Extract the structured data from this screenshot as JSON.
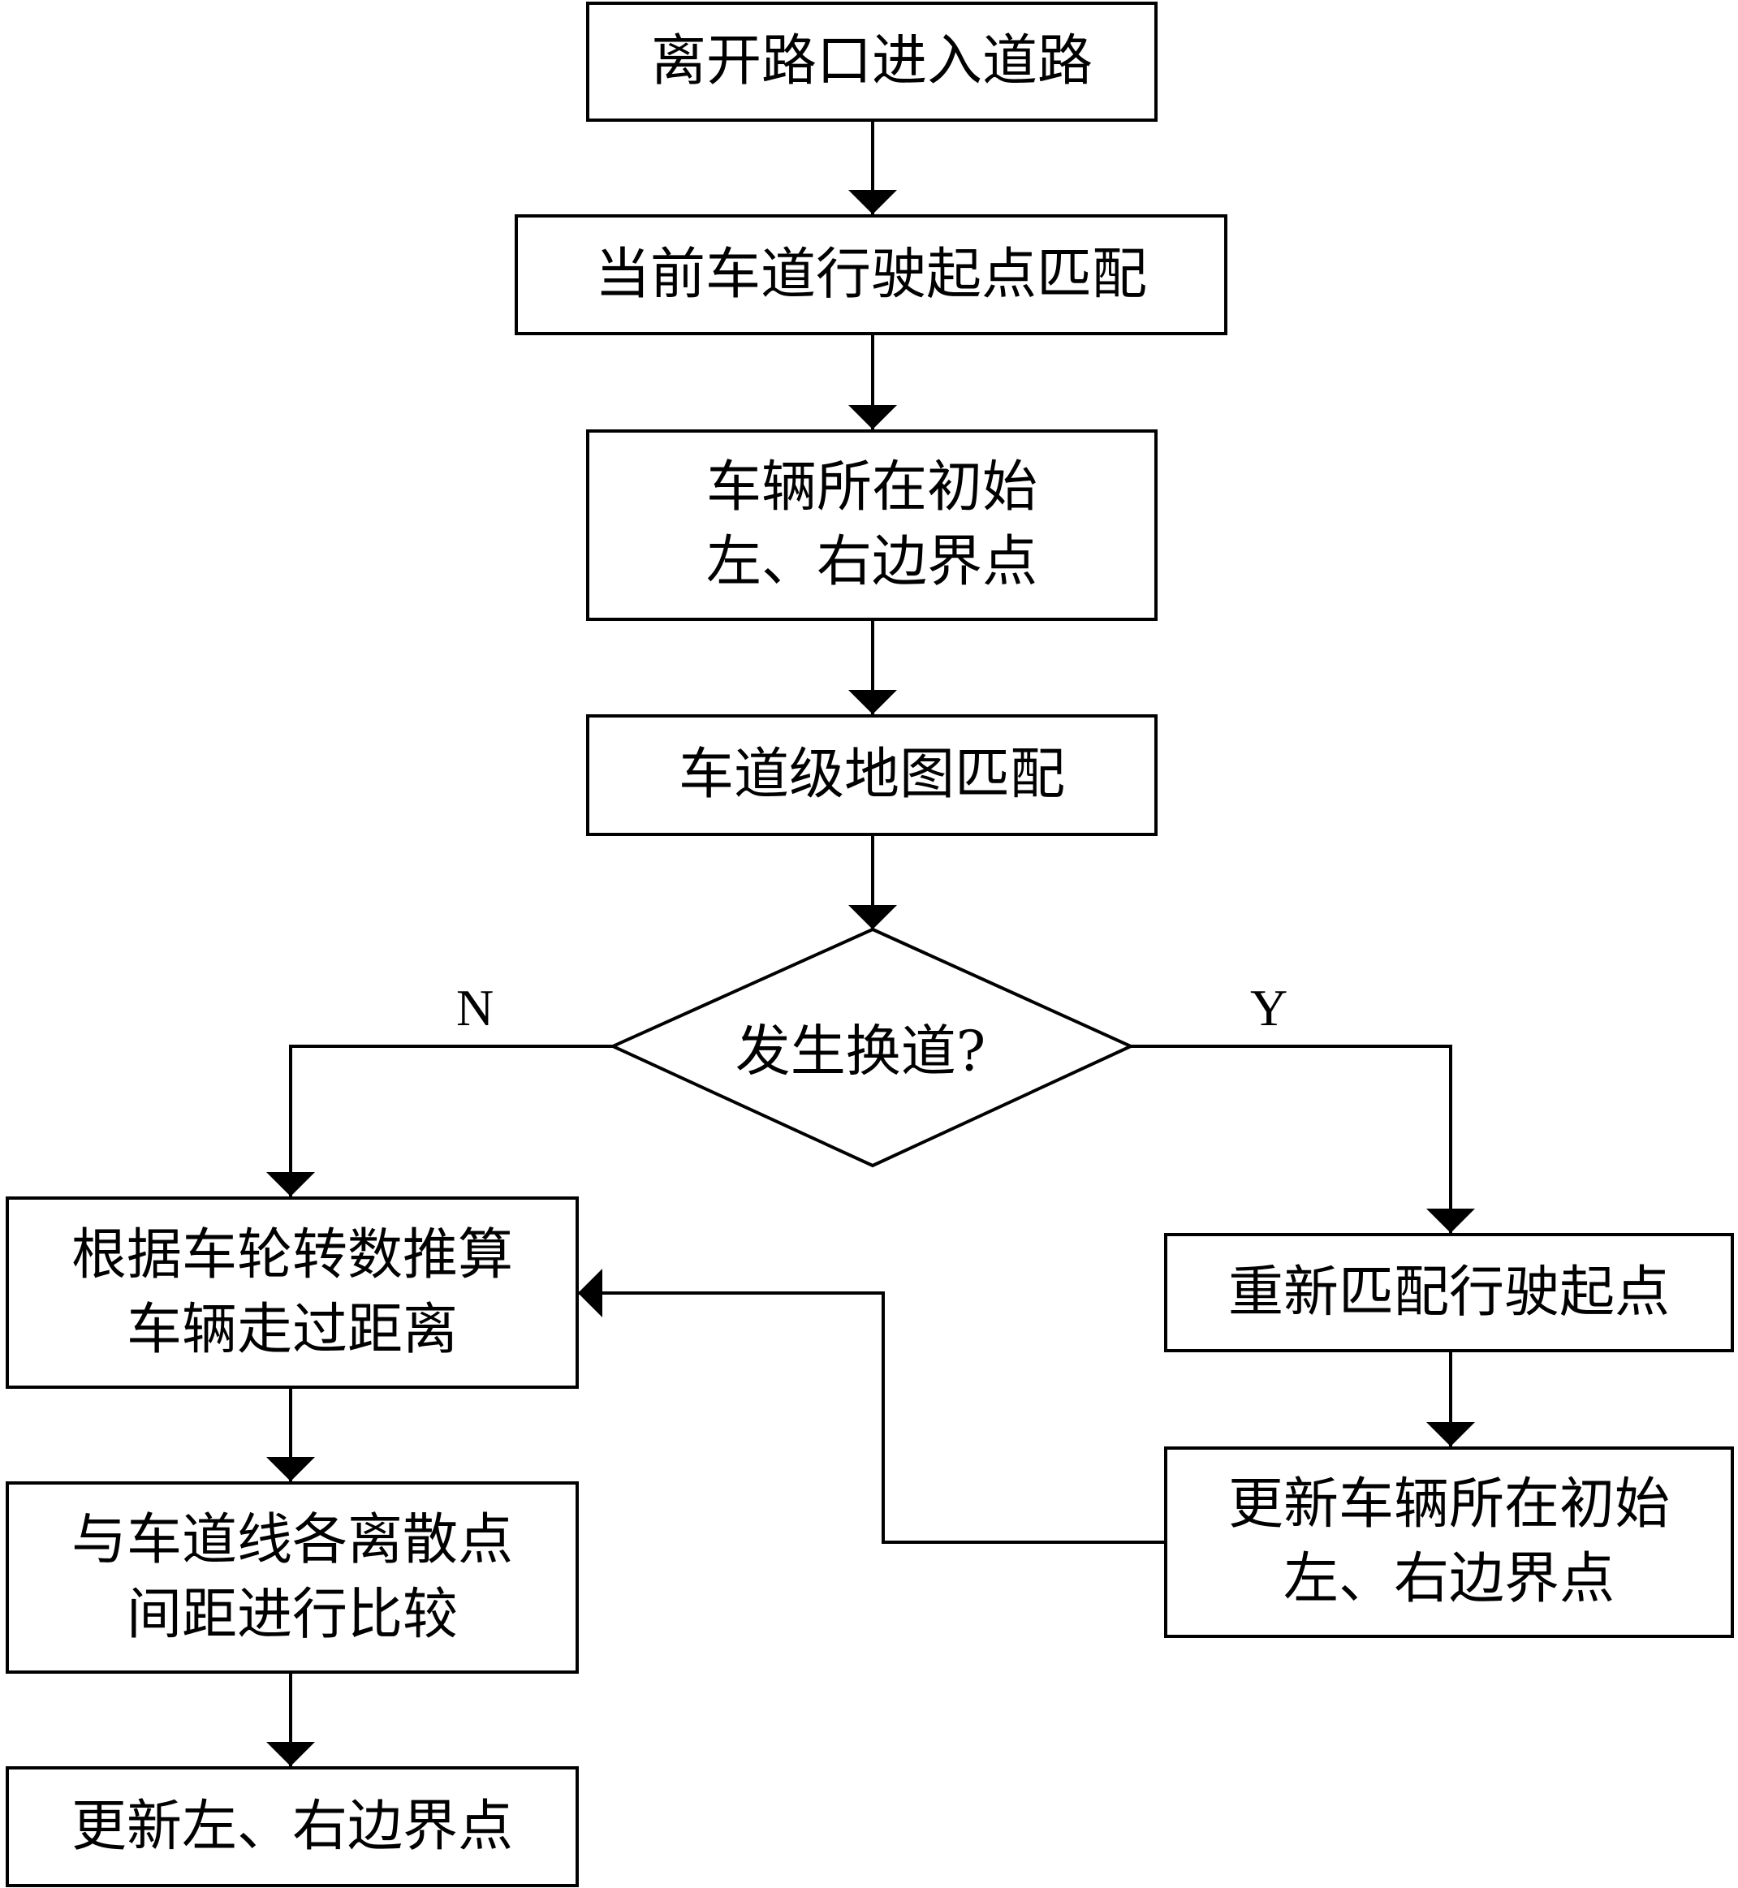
{
  "flowchart": {
    "nodes": {
      "leave_intersection": {
        "lines": [
          "离开路口进入道路"
        ]
      },
      "start_point_match": {
        "lines": [
          "当前车道行驶起点匹配"
        ]
      },
      "initial_boundary": {
        "lines": [
          "车辆所在初始",
          "左、右边界点"
        ]
      },
      "lane_map_match": {
        "lines": [
          "车道级地图匹配"
        ]
      },
      "lane_change_decision": {
        "text": "发生换道?"
      },
      "estimate_distance": {
        "lines": [
          "根据车轮转数推算",
          "车辆走过距离"
        ]
      },
      "compare_distance": {
        "lines": [
          "与车道线各离散点",
          "间距进行比较"
        ]
      },
      "update_boundary": {
        "lines": [
          "更新左、右边界点"
        ]
      },
      "rematch_start": {
        "lines": [
          "重新匹配行驶起点"
        ]
      },
      "update_initial_boundary": {
        "lines": [
          "更新车辆所在初始",
          "左、右边界点"
        ]
      }
    },
    "branch_labels": {
      "no": "N",
      "yes": "Y"
    },
    "edges": [
      {
        "from": "leave_intersection",
        "to": "start_point_match"
      },
      {
        "from": "start_point_match",
        "to": "initial_boundary"
      },
      {
        "from": "initial_boundary",
        "to": "lane_map_match"
      },
      {
        "from": "lane_map_match",
        "to": "lane_change_decision"
      },
      {
        "from": "lane_change_decision",
        "to": "estimate_distance",
        "label": "N"
      },
      {
        "from": "lane_change_decision",
        "to": "rematch_start",
        "label": "Y"
      },
      {
        "from": "estimate_distance",
        "to": "compare_distance"
      },
      {
        "from": "compare_distance",
        "to": "update_boundary"
      },
      {
        "from": "rematch_start",
        "to": "update_initial_boundary"
      },
      {
        "from": "update_initial_boundary",
        "to": "estimate_distance"
      }
    ]
  }
}
